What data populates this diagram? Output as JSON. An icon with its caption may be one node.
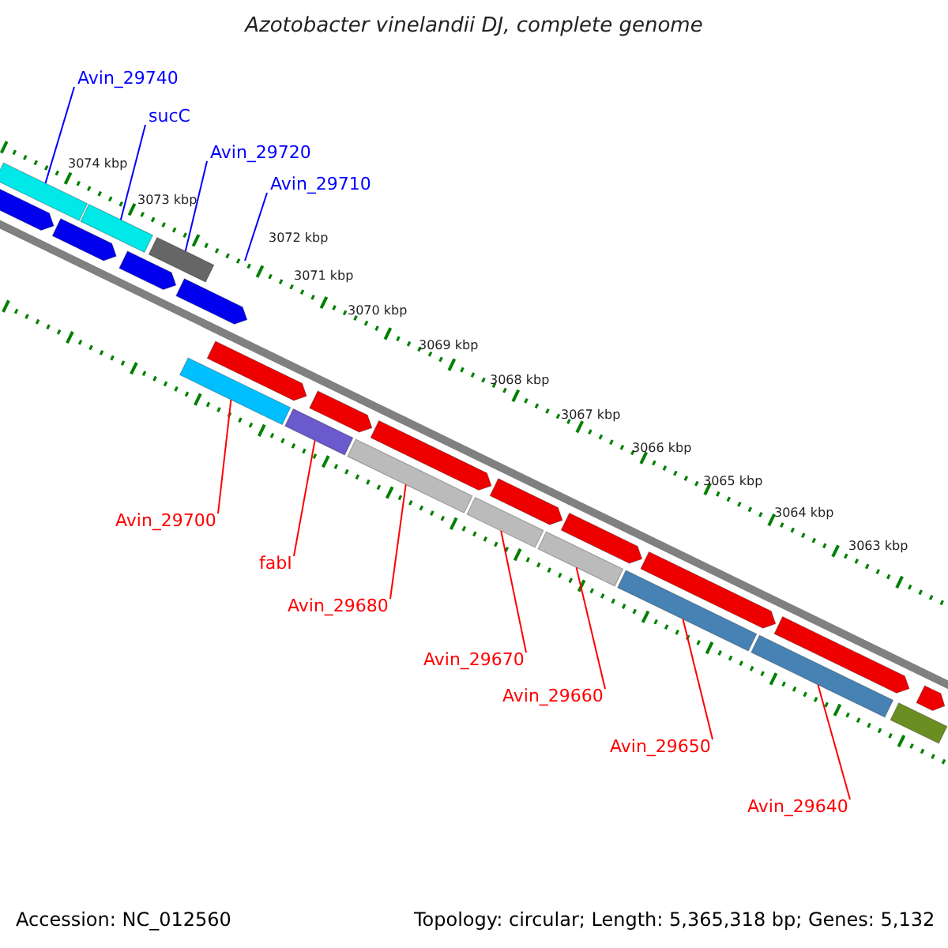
{
  "diagram": {
    "title": "Azotobacter vinelandii DJ, complete genome",
    "nodes": [
      {
        "text": [
          "Avin_29740"
        ]
      },
      {
        "text": [
          "sucC"
        ]
      },
      {
        "text": [
          "Avin_29720"
        ]
      },
      {
        "text": [
          "Avin_29710"
        ]
      },
      {
        "text": [],
        "shape": "bar"
      },
      {
        "text": [],
        "shape": "bar"
      },
      {
        "text": [],
        "shape": "bar"
      },
      {
        "text": [],
        "shape": "bar"
      },
      {
        "text": [],
        "shape": "bar"
      },
      {
        "text": [],
        "shape": "bar"
      },
      {
        "text": [],
        "shape": "bar"
      },
      {
        "text": [],
        "shape": "bar"
      },
      {
        "text": [],
        "shape": "bar"
      },
      {
        "text": [],
        "shape": "bar"
      },
      {
        "text": [],
        "shape": "bar"
      },
      {
        "text": [],
        "shape": "bar"
      },
      {
        "text": [],
        "shape": "bar"
      },
      {
        "text": [],
        "shape": "bar"
      },
      {
        "text": [],
        "shape": "bar"
      },
      {
        "text": [],
        "shape": "bar"
      },
      {
        "text": [],
        "shape": "bar"
      },
      {
        "text": [],
        "shape": "bar"
      },
      {
        "text": [],
        "shape": "bar"
      },
      {
        "text": [],
        "shape": "bar"
      },
      {
        "text": [],
        "shape": "bar"
      },
      {
        "text": [],
        "shape": "bar"
      },
      {
        "text": [],
        "shape": "bar"
      },
      {
        "text": [
          "Avin_29700"
        ]
      },
      {
        "text": [
          "fabI"
        ]
      },
      {
        "text": [
          "Avin_29680"
        ]
      },
      {
        "text": [
          "Avin_29670"
        ]
      },
      {
        "text": [
          "Avin_29660"
        ]
      },
      {
        "text": [
          "Avin_29650"
        ]
      },
      {
        "text": [
          "Avin_29640"
        ]
      }
    ],
    "edges": [
      {
        "from": 0,
        "to": 4,
        "arrow": "none",
        "color": "#0000ff"
      },
      {
        "from": 1,
        "to": 5,
        "arrow": "none",
        "color": "#0000ff"
      },
      {
        "from": 2,
        "to": 6,
        "arrow": "none",
        "color": "#0000ff"
      },
      {
        "from": 3,
        "to": null,
        "arrow": "none",
        "color": "#0000ff"
      },
      {
        "from": 27,
        "to": 19,
        "arrow": "none"
      },
      {
        "from": 28,
        "to": 20,
        "arrow": "none"
      },
      {
        "from": 29,
        "to": 21,
        "arrow": "none"
      },
      {
        "from": 30,
        "to": 22,
        "arrow": "none"
      },
      {
        "from": 31,
        "to": 23,
        "arrow": "none"
      },
      {
        "from": 32,
        "to": 24,
        "arrow": "none"
      },
      {
        "from": 33,
        "to": 25,
        "arrow": "none"
      }
    ],
    "labels": [
      "3074 kbp",
      "3073 kbp",
      "3072 kbp",
      "3071 kbp",
      "3070 kbp",
      "3069 kbp",
      "3068 kbp",
      "3067 kbp",
      "3066 kbp",
      "3065 kbp",
      "3064 kbp",
      "3063 kbp",
      "Accession: NC_012560",
      "Topology: circular; Length: 5,365,318 bp; Genes: 5,132"
    ]
  }
}
